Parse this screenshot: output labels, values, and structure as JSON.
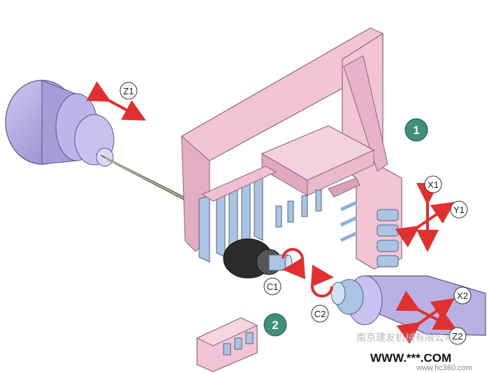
{
  "diagram": {
    "colors": {
      "frame": "#f2c4d6",
      "frame_dark": "#d8a3b8",
      "frame_stroke": "#8a6a78",
      "spindle": "#b9b0e3",
      "spindle_dark": "#8f86c4",
      "shaft": "#8d8a74",
      "tool": "#aac4e2",
      "arrow": "#e23030",
      "badge": "#3f8f7a",
      "c1_body": "#2b2b2b"
    },
    "labels": {
      "z1": "Z1",
      "x1": "X1",
      "y1": "Y1",
      "c1": "C1",
      "c2": "C2",
      "x2": "X2",
      "z2": "Z2"
    },
    "badges": {
      "one": "1",
      "two": "2"
    },
    "watermark": {
      "company": "南京建友机械有限公司",
      "site": "WWW.***.COM",
      "host": "www.hc360.com"
    }
  }
}
